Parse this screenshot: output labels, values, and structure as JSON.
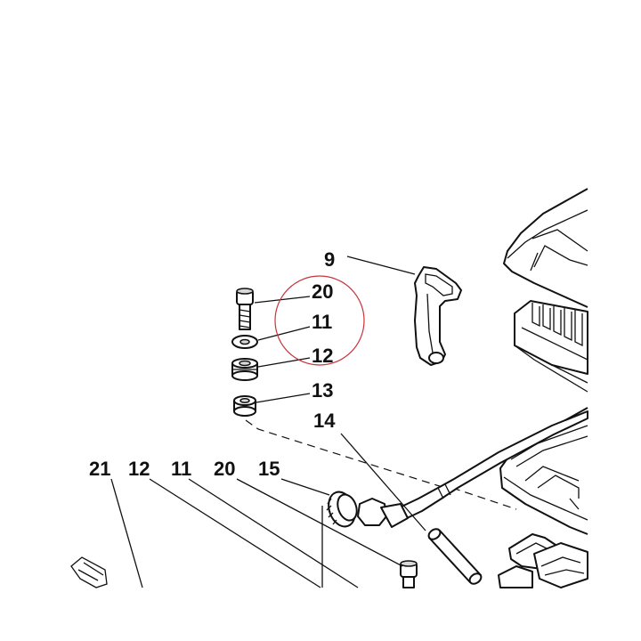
{
  "diagram": {
    "callouts": [
      {
        "id": "9",
        "text": "9"
      },
      {
        "id": "20a",
        "text": "20"
      },
      {
        "id": "11a",
        "text": "11"
      },
      {
        "id": "12a",
        "text": "12"
      },
      {
        "id": "13",
        "text": "13"
      },
      {
        "id": "14",
        "text": "14"
      },
      {
        "id": "21",
        "text": "21"
      },
      {
        "id": "12b",
        "text": "12"
      },
      {
        "id": "11b",
        "text": "11"
      },
      {
        "id": "20b",
        "text": "20"
      },
      {
        "id": "15",
        "text": "15"
      }
    ],
    "highlight": {
      "color": "#c8323c"
    }
  }
}
